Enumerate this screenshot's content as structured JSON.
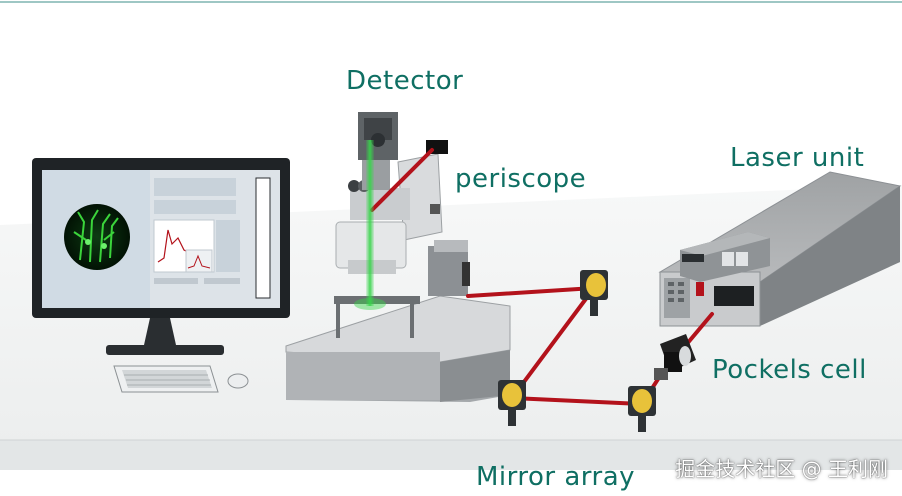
{
  "labels": {
    "detector": "Detector",
    "periscope": "periscope",
    "laser_unit": "Laser unit",
    "pockels_cell": "Pockels cell",
    "mirror_array": "Mirror array"
  },
  "watermark": "掘金技术社区 @ 王利刚",
  "colors": {
    "label_text": "#0f6f63",
    "laser_beam": "#b3121b",
    "fluorescence_beam": "#37d44a",
    "table": "#f4f5f5",
    "equipment_gray": "#8c9094",
    "mirror_gold": "#e8c23a",
    "neuron_green": "#3bd43b"
  },
  "icons": [
    "monitor-icon",
    "keyboard-icon",
    "mouse-icon",
    "microscope-icon",
    "mirror-mount-icon",
    "pockels-cell-icon",
    "laser-unit-icon"
  ]
}
